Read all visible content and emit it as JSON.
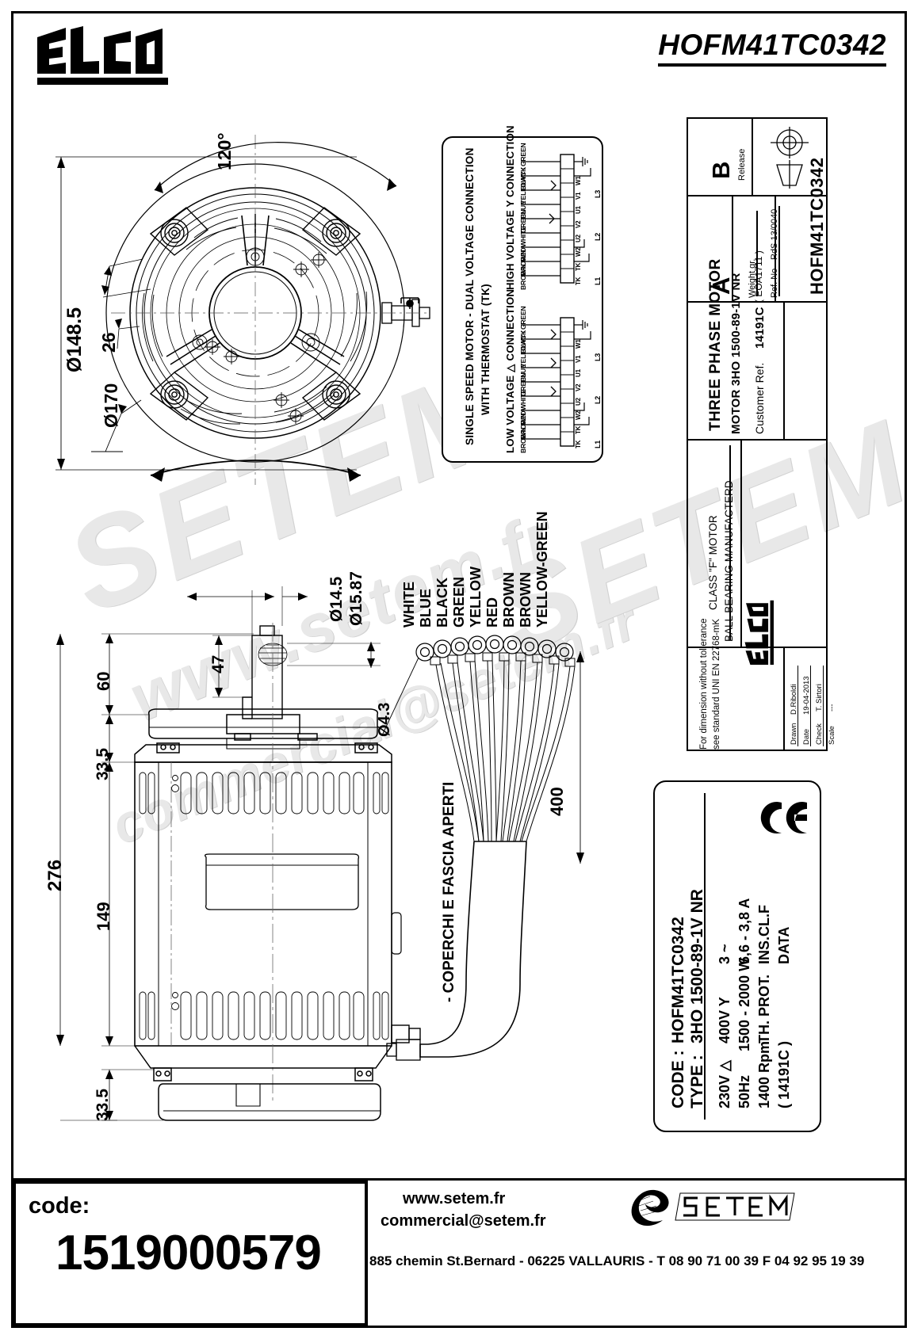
{
  "header": {
    "brand": "ELCO",
    "title_code": "HOFM41TC0342"
  },
  "top_view": {
    "dims": [
      "120°",
      "Ø148.5",
      "26",
      "Ø170"
    ]
  },
  "side_view": {
    "dims": [
      "Ø14.5",
      "Ø15.87",
      "47",
      "60",
      "33.5",
      "276",
      "149",
      "33.5",
      "Ø4.3",
      "400"
    ],
    "note": "- COPERCHI E FASCIA APERTI"
  },
  "wiring": {
    "title_line1": "SINGLE SPEED MOTOR - DUAL VOLTAGE CONNECTION",
    "title_line2": "WITH THERMOSTAT (TK)",
    "high_voltage_label": "HIGH VOLTAGE Y CONNECTION",
    "low_voltage_label": "LOW VOLTAGE △ CONNECTION",
    "wire_names_top": [
      "BROWN",
      "BROWN",
      "RED",
      "WHITE",
      "GREEN",
      "BLUE",
      "YELLOW",
      "BLACK",
      "Y / GREEN"
    ],
    "wire_names_bottom": [
      "BROWN",
      "BROWN",
      "RED",
      "WHITE",
      "GREEN",
      "BLUE",
      "YELLOW",
      "BLACK",
      "Y / GREEN"
    ],
    "terminals": [
      "TK",
      "TK",
      "W2",
      "U2",
      "V2",
      "U1",
      "V1",
      "W1"
    ],
    "phase_labels": [
      "L1",
      "L2",
      "L3"
    ],
    "earth_symbol": "earth-ground"
  },
  "cable_labels": [
    "WHITE",
    "BLUE",
    "BLACK",
    "GREEN",
    "YELLOW",
    "RED",
    "BROWN",
    "BROWN",
    "YELLOW-GREEN"
  ],
  "titleblock": {
    "proj_symbol": "first-angle-projection-symbol",
    "rev_a": "A",
    "rev_b": "B",
    "release": "Release",
    "weight_label": "Weight gr.",
    "weight_value": "",
    "refno_label": "Ref. No",
    "refno_value": "RdS 13/0040",
    "doc_code": "HOFM41TC0342",
    "class_line1": "CLASS \"F\" MOTOR",
    "class_line2": "BALL BEARING MANUFACTERD",
    "product": "THREE  PHASE  MOTOR",
    "motor_line": "MOTOR  3HO 1500-89-1V  NR",
    "customer_ref_label": "Customer Ref.",
    "customer_ref_value": "14191C",
    "customer_ref_paren": "( EOA1711 )",
    "tolerance_line1": "For dimension without tollerance",
    "tolerance_line2": "see standard UNI EN 22768-mK",
    "drawn_label": "Drawn",
    "drawn_value": "D.Riboldi",
    "date_label": "Date",
    "date_value": "19-04-2013",
    "check_label": "Check",
    "check_value": "T. Sirtori",
    "scale_label": "Scale",
    "scale_value": "---",
    "logo": "ELCO"
  },
  "dataplate": {
    "code_label": "CODE :",
    "code_value": "HOFM41TC0342",
    "type_label": "TYPE :",
    "type_value": "3HO 1500-89-1V  NR",
    "row1": [
      "230V △",
      "400V Y",
      "3 ~"
    ],
    "row2": [
      "50Hz",
      "1500 - 2000 W",
      "6,6 - 3,8 A"
    ],
    "row3": [
      "1400 Rpm",
      "TH. PROT.",
      "INS.CL.F"
    ],
    "row4": [
      "( 14191C )",
      "",
      "DATA"
    ],
    "ce_mark": "CE"
  },
  "footer": {
    "code_label": "code:",
    "code_number": "1519000579",
    "website": "www.setem.fr",
    "email": "commercial@setem.fr",
    "address": "885 chemin St.Bernard  -   06225 VALLAURIS  -   T 08 90 71 00 39   F 04 92 95 19 39",
    "logo_text": "SETEM"
  },
  "watermark": {
    "line1": "www.setem.fr",
    "line2": "commercial@setem.fr",
    "big": "SETEM"
  }
}
